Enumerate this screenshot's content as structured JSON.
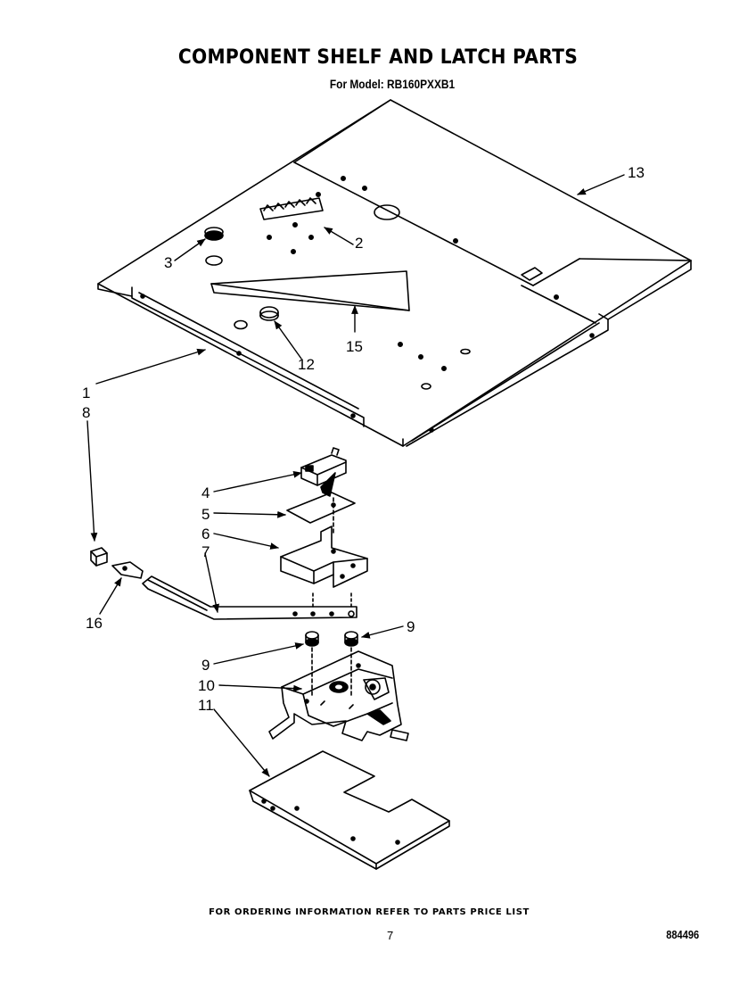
{
  "header": {
    "title": "COMPONENT SHELF AND LATCH PARTS",
    "subtitle": "For Model: RB160PXXB1"
  },
  "callouts": {
    "c1": "1",
    "c2": "2",
    "c3": "3",
    "c4": "4",
    "c5": "5",
    "c6": "6",
    "c7": "7",
    "c8": "8",
    "c9a": "9",
    "c9b": "9",
    "c10": "10",
    "c11": "11",
    "c12": "12",
    "c13": "13",
    "c15": "15",
    "c16": "16"
  },
  "footer": {
    "ordering_note": "FOR ORDERING INFORMATION REFER TO PARTS PRICE LIST",
    "page_number": "7",
    "document_number": "884496"
  }
}
